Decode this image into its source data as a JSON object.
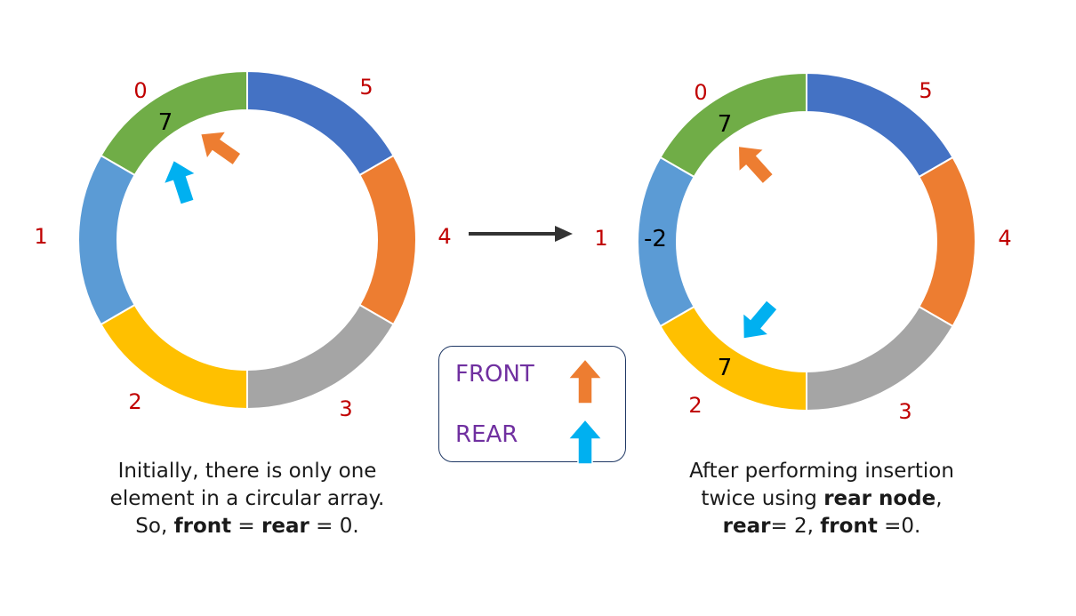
{
  "left_ring": {
    "segments": [
      {
        "index": "0",
        "color": "#70ad47",
        "value": "7"
      },
      {
        "index": "5",
        "color": "#4472c4",
        "value": ""
      },
      {
        "index": "4",
        "color": "#ed7d31",
        "value": ""
      },
      {
        "index": "3",
        "color": "#a5a5a5",
        "value": ""
      },
      {
        "index": "2",
        "color": "#ffc000",
        "value": ""
      },
      {
        "index": "1",
        "color": "#5b9bd5",
        "value": ""
      }
    ]
  },
  "right_ring": {
    "segments": [
      {
        "index": "0",
        "color": "#70ad47",
        "value": "7"
      },
      {
        "index": "5",
        "color": "#4472c4",
        "value": ""
      },
      {
        "index": "4",
        "color": "#ed7d31",
        "value": ""
      },
      {
        "index": "3",
        "color": "#a5a5a5",
        "value": ""
      },
      {
        "index": "2",
        "color": "#ffc000",
        "value": "7"
      },
      {
        "index": "1",
        "color": "#5b9bd5",
        "value": "-2"
      }
    ]
  },
  "legend": {
    "front_label": "FRONT",
    "rear_label": "REAR",
    "front_color": "#ed7d31",
    "rear_color": "#00b0f0"
  },
  "captions": {
    "left": {
      "line1": "Initially, there is only one",
      "line2": "element in a circular array.",
      "line3_prefix": "So, ",
      "line3_bold1": "front",
      "line3_mid": " = ",
      "line3_bold2": "rear",
      "line3_suffix": " = 0."
    },
    "right": {
      "line1": "After performing insertion",
      "line2_prefix": "twice using ",
      "line2_bold": "rear node",
      "line2_suffix": ",",
      "line3_bold1": "rear",
      "line3_mid": "= 2, ",
      "line3_bold2": "front",
      "line3_suffix": " =0."
    }
  },
  "colors": {
    "index_label": "#c00000",
    "value_text": "#000000",
    "transition_arrow": "#333333",
    "legend_text": "#7030a0"
  }
}
